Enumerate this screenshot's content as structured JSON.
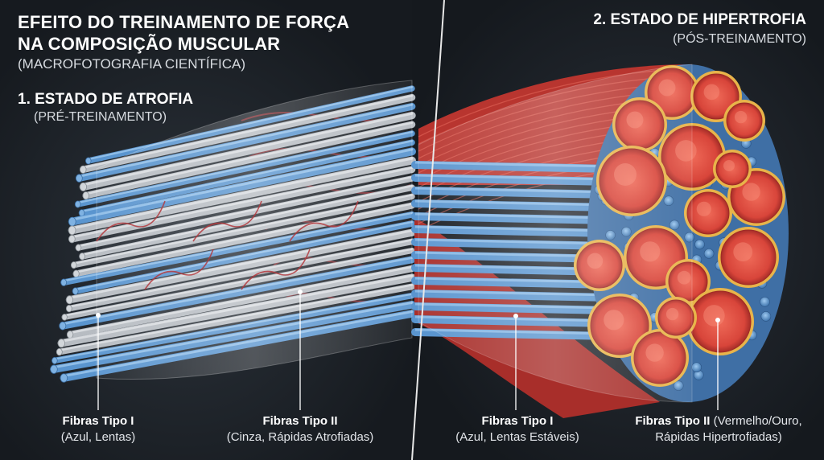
{
  "header": {
    "title_line1": "EFEITO DO TREINAMENTO DE FORÇA",
    "title_line2": "NA COMPOSIÇÃO MUSCULAR",
    "subtitle": "(MACROFOTOGRAFIA CIENTÍFICA)"
  },
  "left_panel": {
    "heading": "1. ESTADO DE ATROFIA",
    "subheading": "(PRÉ-TREINAMENTO)",
    "label_type1_name": "Fibras Tipo I",
    "label_type1_desc": "(Azul, Lentas)",
    "label_type2_name": "Fibras Tipo II",
    "label_type2_desc": "(Cinza, Rápidas Atrofiadas)"
  },
  "right_panel": {
    "heading": "2. ESTADO DE HIPERTROFIA",
    "subheading": "(PÓS-TREINAMENTO)",
    "label_type1_name": "Fibras Tipo I",
    "label_type1_desc": "(Azul, Lentas Estáveis)",
    "label_type2_name": "Fibras Tipo II",
    "label_type2_desc_inline": "(Vermelho/Ouro,",
    "label_type2_desc_line2": "Rápidas Hipertrofiadas)"
  },
  "colors": {
    "background": "#1c2127",
    "type1_blue": "#5a95cf",
    "type2_gray": "#b7bcc2",
    "type2_red": "#d8453a",
    "type2_gold": "#e8b44a",
    "divider": "#e8e8e8"
  }
}
